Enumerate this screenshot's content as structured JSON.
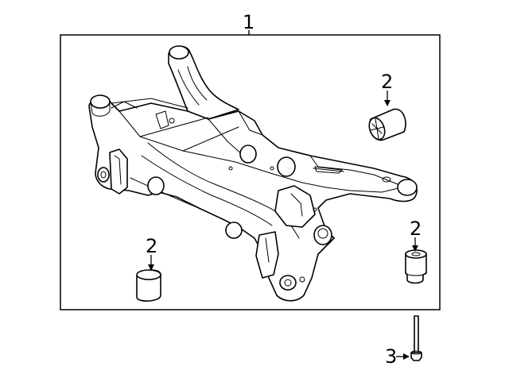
{
  "diagram": {
    "callouts": {
      "frame": "1",
      "bushing_upper_right": "2",
      "bushing_lower_left": "2",
      "bushing_lower_right": "2",
      "bolt": "3"
    }
  }
}
